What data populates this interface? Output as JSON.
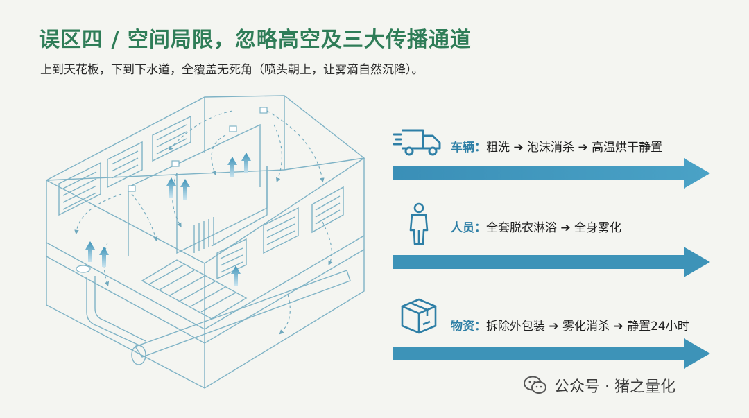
{
  "title": "误区四 / 空间局限，忽略高空及三大传播通道",
  "subtitle": "上到天花板，下到下水道，全覆盖无死角（喷头朝上，让雾滴自然沉降）。",
  "colors": {
    "title": "#2f7d58",
    "accent": "#2e7fa6",
    "line": "#7fb3c6"
  },
  "channels": [
    {
      "icon": "truck-icon",
      "key": "车辆：",
      "text": "粗洗 ➔ 泡沫消杀 ➔ 高温烘干静置"
    },
    {
      "icon": "person-icon",
      "key": "人员：",
      "text": "全套脱衣淋浴 ➔ 全身雾化"
    },
    {
      "icon": "box-icon",
      "key": "物资：",
      "text": "拆除外包装 ➔ 雾化消杀 ➔ 静置24小时"
    }
  ],
  "watermark": {
    "icon": "wechat-icon",
    "text": "公众号 · 猪之量化"
  }
}
